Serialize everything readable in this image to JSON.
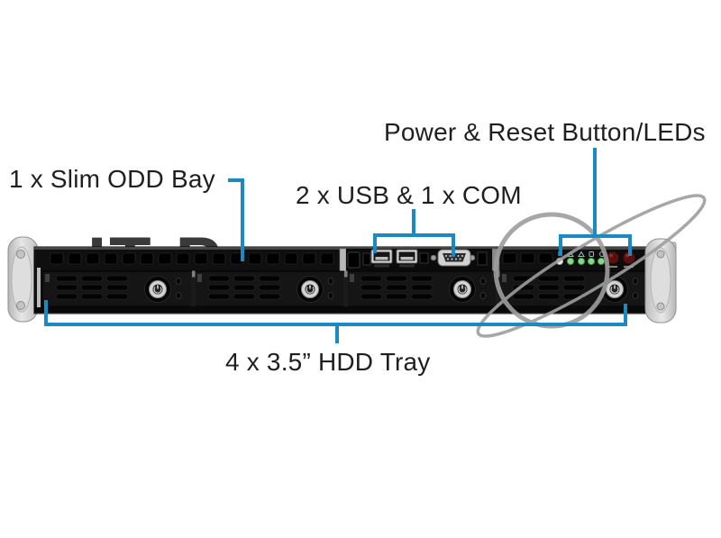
{
  "diagram": {
    "title_context": "1U rackmount server front panel diagram",
    "labels": {
      "odd_bay": "1 x Slim ODD Bay",
      "usb_com": "2 x USB & 1 x COM",
      "power_reset": "Power & Reset Button/LEDs",
      "hdd_tray": "4 x 3.5” HDD Tray"
    },
    "watermark_text": "IT-P",
    "icons": {
      "hdd_trays": 4,
      "usb_ports": 2,
      "com_ports": 1,
      "status_leds": 5,
      "front_buttons": 2
    },
    "colors": {
      "leader_line": "#1a8ac4",
      "label_text": "#1f1f1f",
      "watermark_gray": "#9e9e9e",
      "watermark_dark": "#3a3a3a",
      "chassis_black": "#141414",
      "ear_silver": "#cccccc",
      "led_white": "#ededed",
      "led_green": "#86d886",
      "button_dark_red": "#571111"
    }
  }
}
